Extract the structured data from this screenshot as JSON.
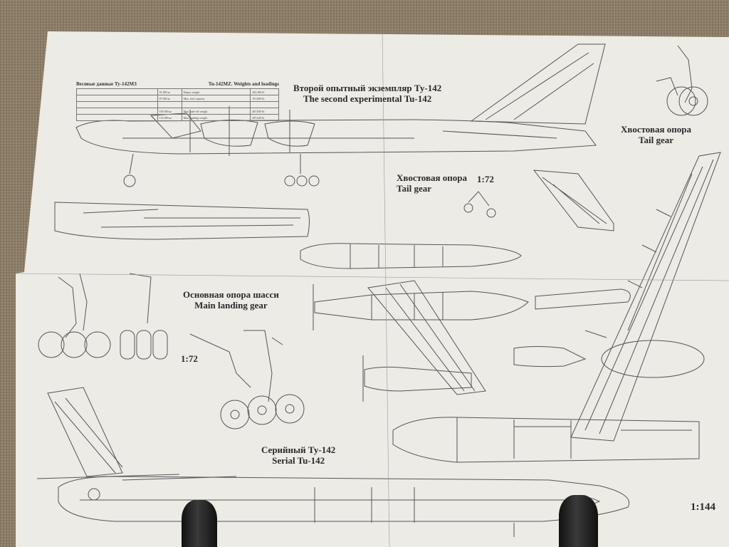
{
  "table": {
    "title_ru": "Весовые данные Ту-142МЗ",
    "title_en": "Tu-142MZ. Weights and loadings",
    "rows": [
      {
        "ru": "",
        "val": "91 800 кг",
        "en": "Empty weight",
        "val2": "202,380 lb"
      },
      {
        "ru": "",
        "val": "87 000 кг",
        "en": "Max. fuel capacity",
        "val2": "191,800 lb"
      },
      {
        "ru": "",
        "val": "",
        "en": "",
        "val2": ""
      },
      {
        "ru": "",
        "val": "185 000 кг",
        "en": "Max. take-off weight",
        "val2": "407,850 lb"
      },
      {
        "ru": "",
        "val": "135 000 кг",
        "en": "Max. landing weight",
        "val2": "297,620 lb"
      }
    ]
  },
  "labels": {
    "second_ru": "Второй опытный экземпляр Ту-142",
    "second_en": "The second experimental Tu-142",
    "tailgear_top_ru": "Хвостовая опора",
    "tailgear_top_en": "Tail gear",
    "tailgear_mid_ru": "Хвостовая опора",
    "tailgear_mid_en": "Tail gear",
    "scale_72_a": "1:72",
    "main_gear_ru": "Основная опора шасси",
    "main_gear_en": "Main landing gear",
    "scale_72_b": "1:72",
    "serial_ru": "Серийный Ту-142",
    "serial_en": "Serial Tu-142",
    "scale_144": "1:144"
  },
  "colors": {
    "paper": "#ecebe6",
    "ink": "#2a2a2a",
    "background": "#8f7f68"
  }
}
